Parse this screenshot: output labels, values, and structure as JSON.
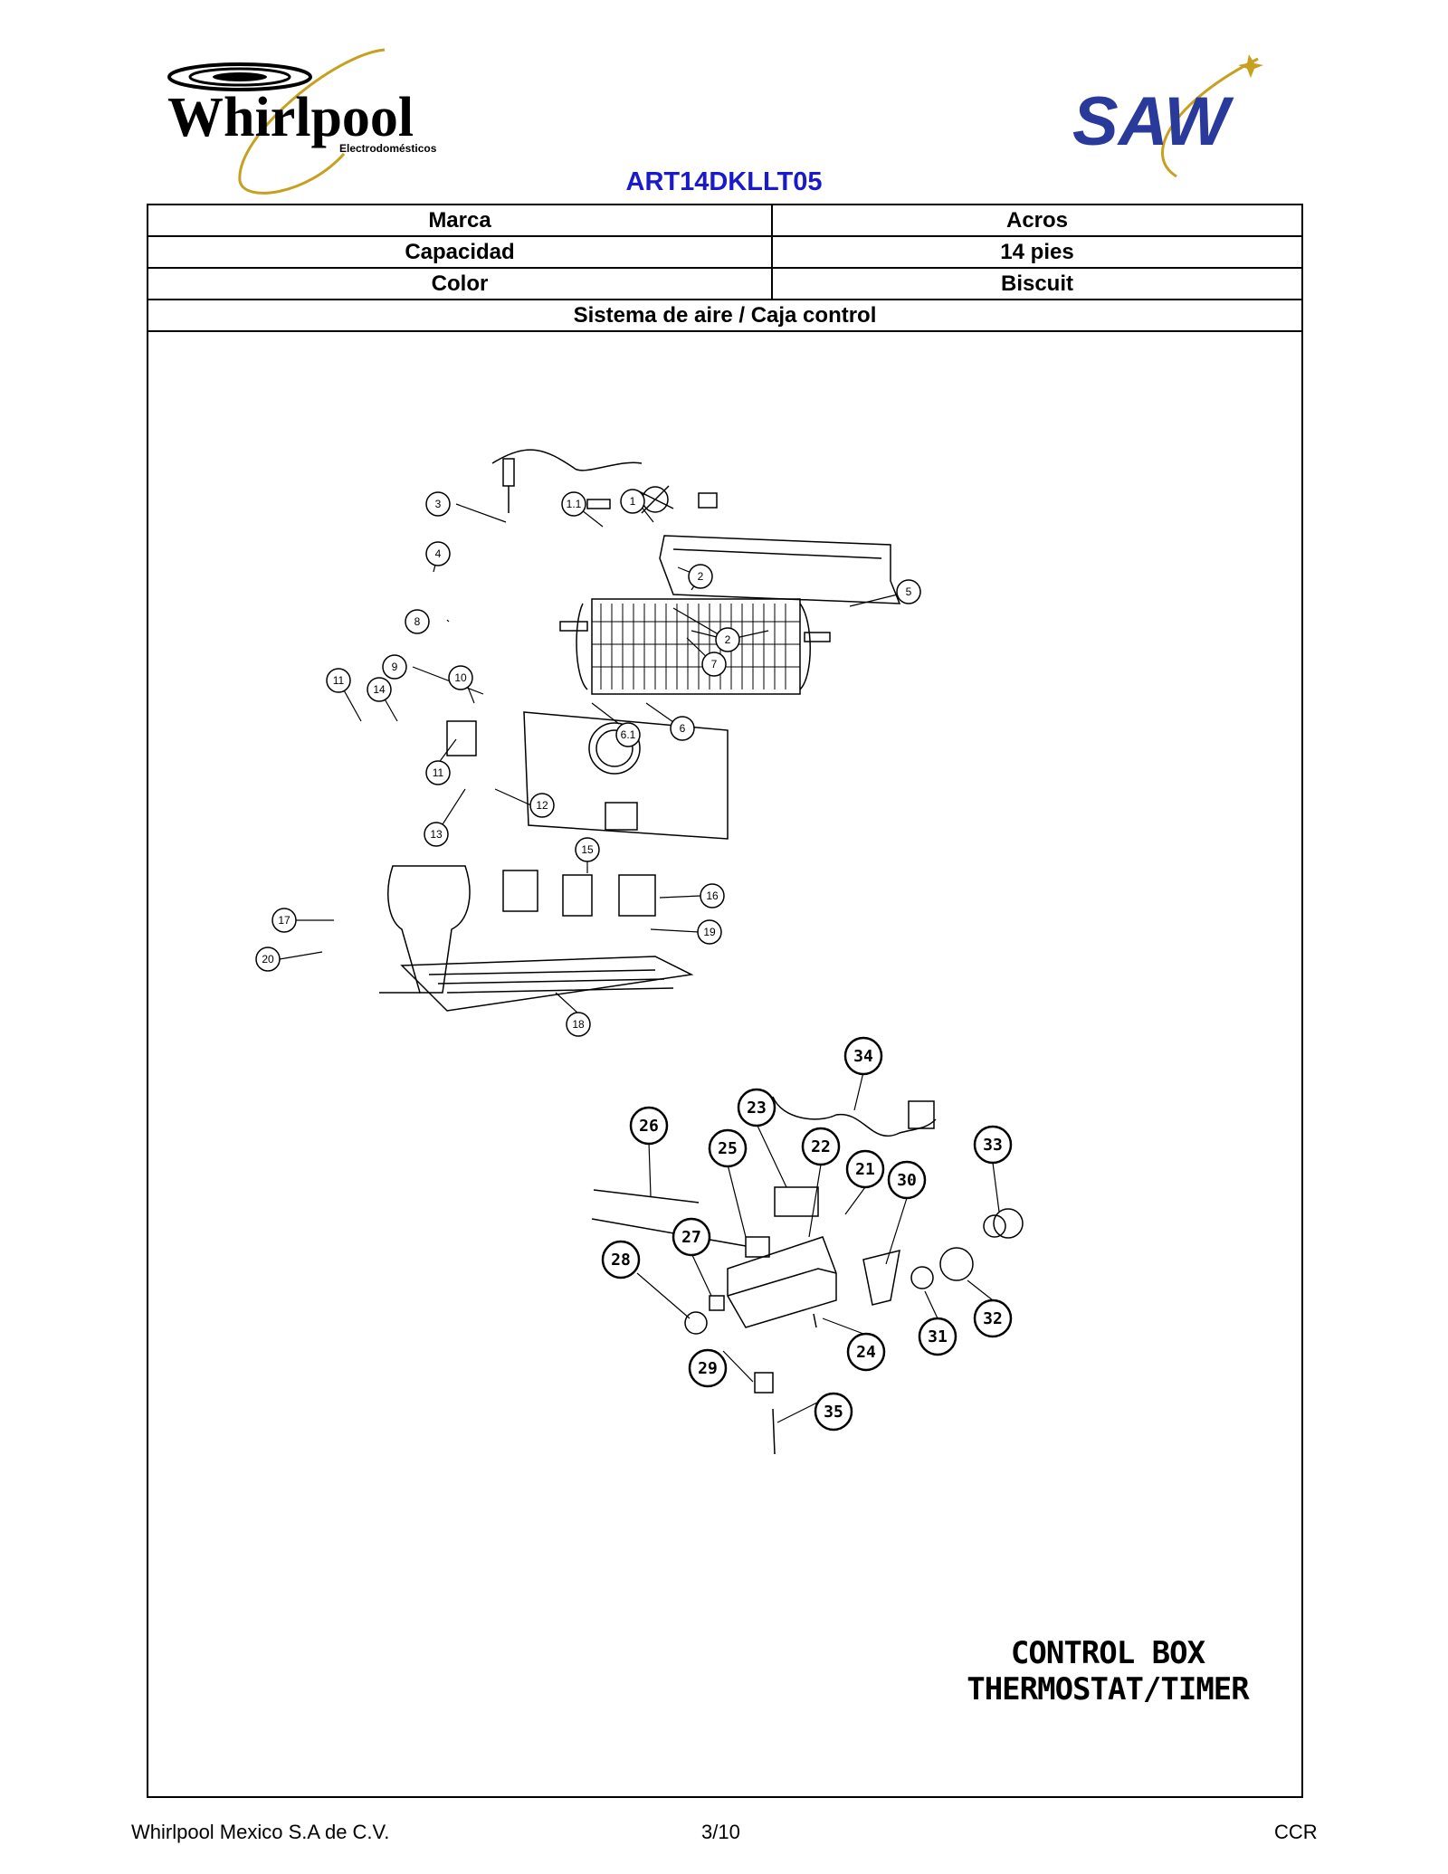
{
  "header": {
    "brand_logo_text": "Whirlpool",
    "brand_logo_sub": "Electrodomésticos",
    "partner_logo_text": "SAW",
    "model": "ART14DKLLT05"
  },
  "specs": [
    {
      "label": "Marca",
      "value": "Acros"
    },
    {
      "label": "Capacidad",
      "value": "14 pies"
    },
    {
      "label": "Color",
      "value": "Biscuit"
    }
  ],
  "section_title": "Sistema de aire /  Caja control",
  "diagram": {
    "upper_callouts": [
      "3",
      "1.1",
      "1",
      "4",
      "2",
      "5",
      "2",
      "8",
      "7",
      "9",
      "10",
      "11",
      "14",
      "6.1",
      "6",
      "11",
      "12",
      "13",
      "15",
      "16",
      "17",
      "19",
      "20",
      "18"
    ],
    "lower_callouts": [
      "34",
      "23",
      "26",
      "25",
      "22",
      "21",
      "30",
      "33",
      "27",
      "28",
      "24",
      "31",
      "32",
      "29",
      "35"
    ],
    "caption_line1": "CONTROL  BOX",
    "caption_line2": "THERMOSTAT/TIMER"
  },
  "footer": {
    "company": "Whirlpool Mexico S.A de C.V.",
    "page": "3/10",
    "code": "CCR"
  },
  "colors": {
    "model_title": "#1a1acc",
    "saw_blue": "#2a3a9a",
    "logo_gold": "#c8a020"
  }
}
